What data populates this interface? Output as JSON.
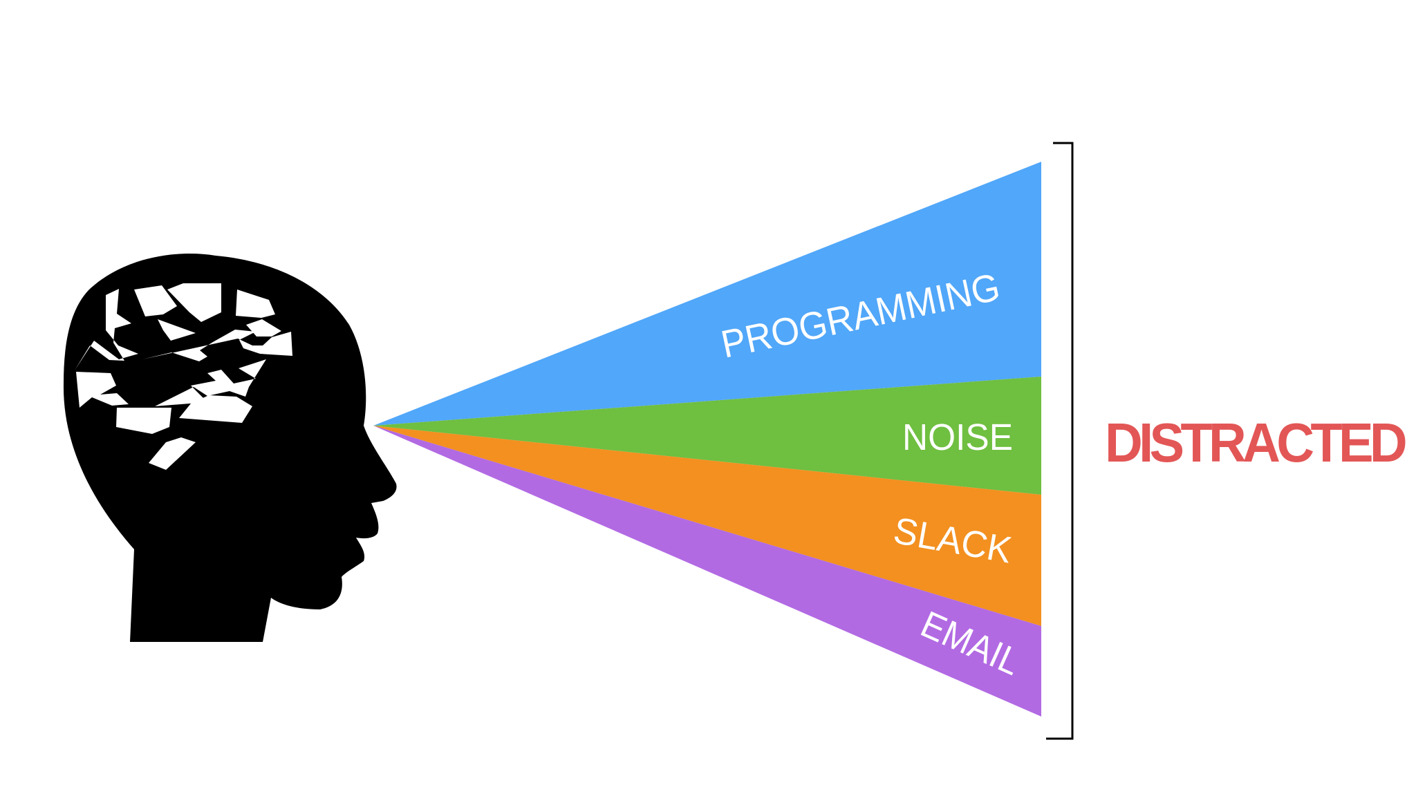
{
  "verdict": {
    "text": "DISTRACTED",
    "color": "#e35656"
  },
  "head": {
    "icon": "head-with-broken-brain-icon",
    "color": "#000000"
  },
  "beams": [
    {
      "label": "PROGRAMMING",
      "color": "#51a7f9"
    },
    {
      "label": "NOISE",
      "color": "#6fbf40"
    },
    {
      "label": "SLACK",
      "color": "#f39020"
    },
    {
      "label": "EMAIL",
      "color": "#b26ae3"
    }
  ],
  "bracket": {
    "icon": "right-bracket",
    "color": "#000000"
  }
}
